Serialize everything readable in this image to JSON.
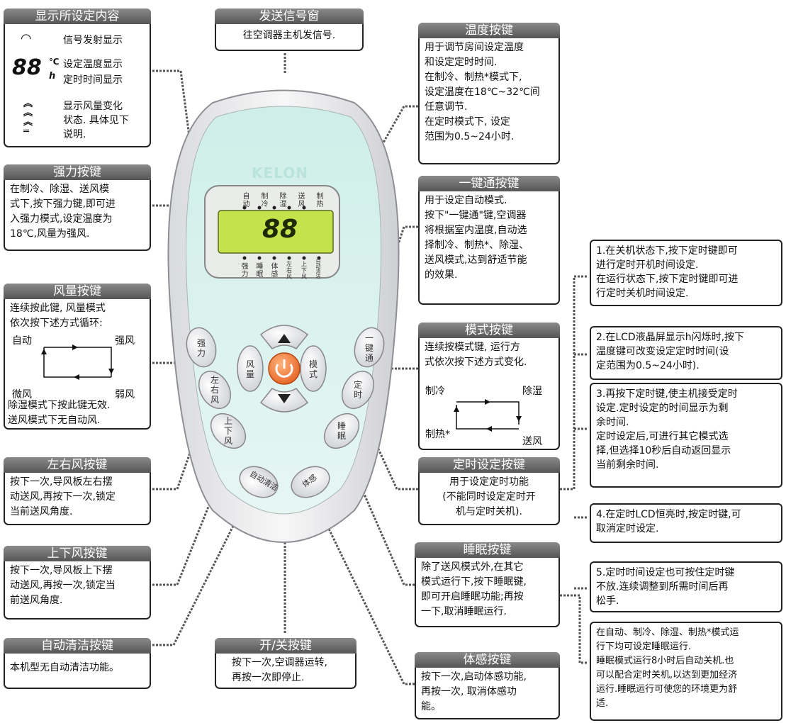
{
  "display": {
    "title": "显示所设定内容",
    "signal_label": "信号发射显示",
    "digits": "88",
    "unit_c": "℃",
    "unit_h": "h",
    "temp_label": "设定温度显示",
    "time_label": "定时时间显示",
    "fan_label": "显示风量变化\n状态. 具体见下\n说明."
  },
  "send_window": {
    "title": "发送信号窗",
    "text": "往空调器主机发信号."
  },
  "turbo": {
    "title": "强力按键",
    "text": "在制冷、除湿、送风模\n式下,按下强力键,即可进\n入强力模式,设定温度为\n18℃,风量为强风."
  },
  "fan": {
    "title": "风量按键",
    "text": "连续按此键, 风量模式\n依次按下述方式循环:",
    "cycle": [
      "自动",
      "强风",
      "弱风",
      "微风"
    ],
    "notes": "除湿模式下按此键无效.\n送风模式下无自动风."
  },
  "swing_lr": {
    "title": "左右风按键",
    "text": "按下一次,导风板左右摆\n动送风,再按下一次,锁定\n当前送风角度."
  },
  "swing_ud": {
    "title": "上下风按键",
    "text": "按下一次,导风板上下摆\n动送风,再按一次,锁定当\n前送风角度."
  },
  "auto_clean": {
    "title": "自动清洁按键",
    "text": "本机型无自动清洁功能。"
  },
  "power": {
    "title": "开/关按键",
    "text": "按下一次,空调器运转,\n再按一次即停止."
  },
  "temp": {
    "title": "温度按键",
    "text": "用于调节房间设定温度\n和设定定时时间.\n  在制冷、制热*模式下,\n设定温度在18℃~32℃间\n任意调节.\n  在定时模式下, 设定\n范围为0.5~24小时."
  },
  "one_key": {
    "title": "一键通按键",
    "text": "用于设定自动模式.\n按下\"一键通\"键,空调器\n将根据室内温度,自动选\n择制冷、制热*、除湿、\n送风模式,达到舒适节能\n的效果."
  },
  "mode": {
    "title": "模式按键",
    "text": "连续按模式键, 运行方\n式依次按下述方式变化.",
    "cycle": [
      "制冷",
      "除湿",
      "送风",
      "制热*"
    ]
  },
  "timer": {
    "title": "定时设定按键",
    "text": "用于设定定时功能\n(不能同时设定定时开\n机与定时关机)."
  },
  "sleep": {
    "title": "睡眠按键",
    "text": "除了送风模式外,在其它\n模式运行下,按下睡眠键,\n即可开启睡眠功能;再按\n一下,取消睡眠运行."
  },
  "feel": {
    "title": "体感按键",
    "text": "按下一次,启动体感功能,\n再按一次, 取消体感功\n能。"
  },
  "timer_notes": [
    "1.在关机状态下,按下定时键即可\n进行定时开机时间设定.\n  在运行状态下,按下定时键即可进\n行定时关机时间设定.",
    "2.在LCD液晶屏显示h闪烁时,按下\n温度键可改变设定定时时间(设\n定范围为0.5~24小时).",
    "3.再按下定时键,使主机接受定时\n设定.定时设定的时间显示为剩\n余时间.\n定时设定后,可进行其它模式选\n择,但选择10秒后自动返回显示\n当前剩余时间.",
    "4.在定时LCD恒亮时,按定时键,可\n取消定时设定.",
    "5.定时时间设定也可按住定时键\n不放.连续调整到所需时间后再\n松手."
  ],
  "sleep_note": "在自动、制冷、除湿、制热*模式运\n行下均可设定睡眠运行.\n睡眠模式运行8小时后自动关机.也\n可以配合定时关机,以达到更加经济\n运行.睡眠运行可使您的环境更为舒\n适.",
  "remote": {
    "brand": "KELON",
    "lcd_modes_top": [
      "自动",
      "制冷",
      "除湿",
      "送风",
      "制热"
    ],
    "lcd_modes_bottom": [
      "强力",
      "睡眠",
      "体感",
      "左右风",
      "上下风",
      "自动清洁"
    ],
    "lcd_digits": "88",
    "buttons": {
      "turbo": "强力",
      "one_key": "一键通",
      "fan": "风量",
      "mode": "模式",
      "swing_lr": "左右风",
      "timer": "定时",
      "swing_ud": "上下风",
      "sleep": "睡眠",
      "auto_clean": "自动清洁",
      "feel": "体感"
    }
  }
}
